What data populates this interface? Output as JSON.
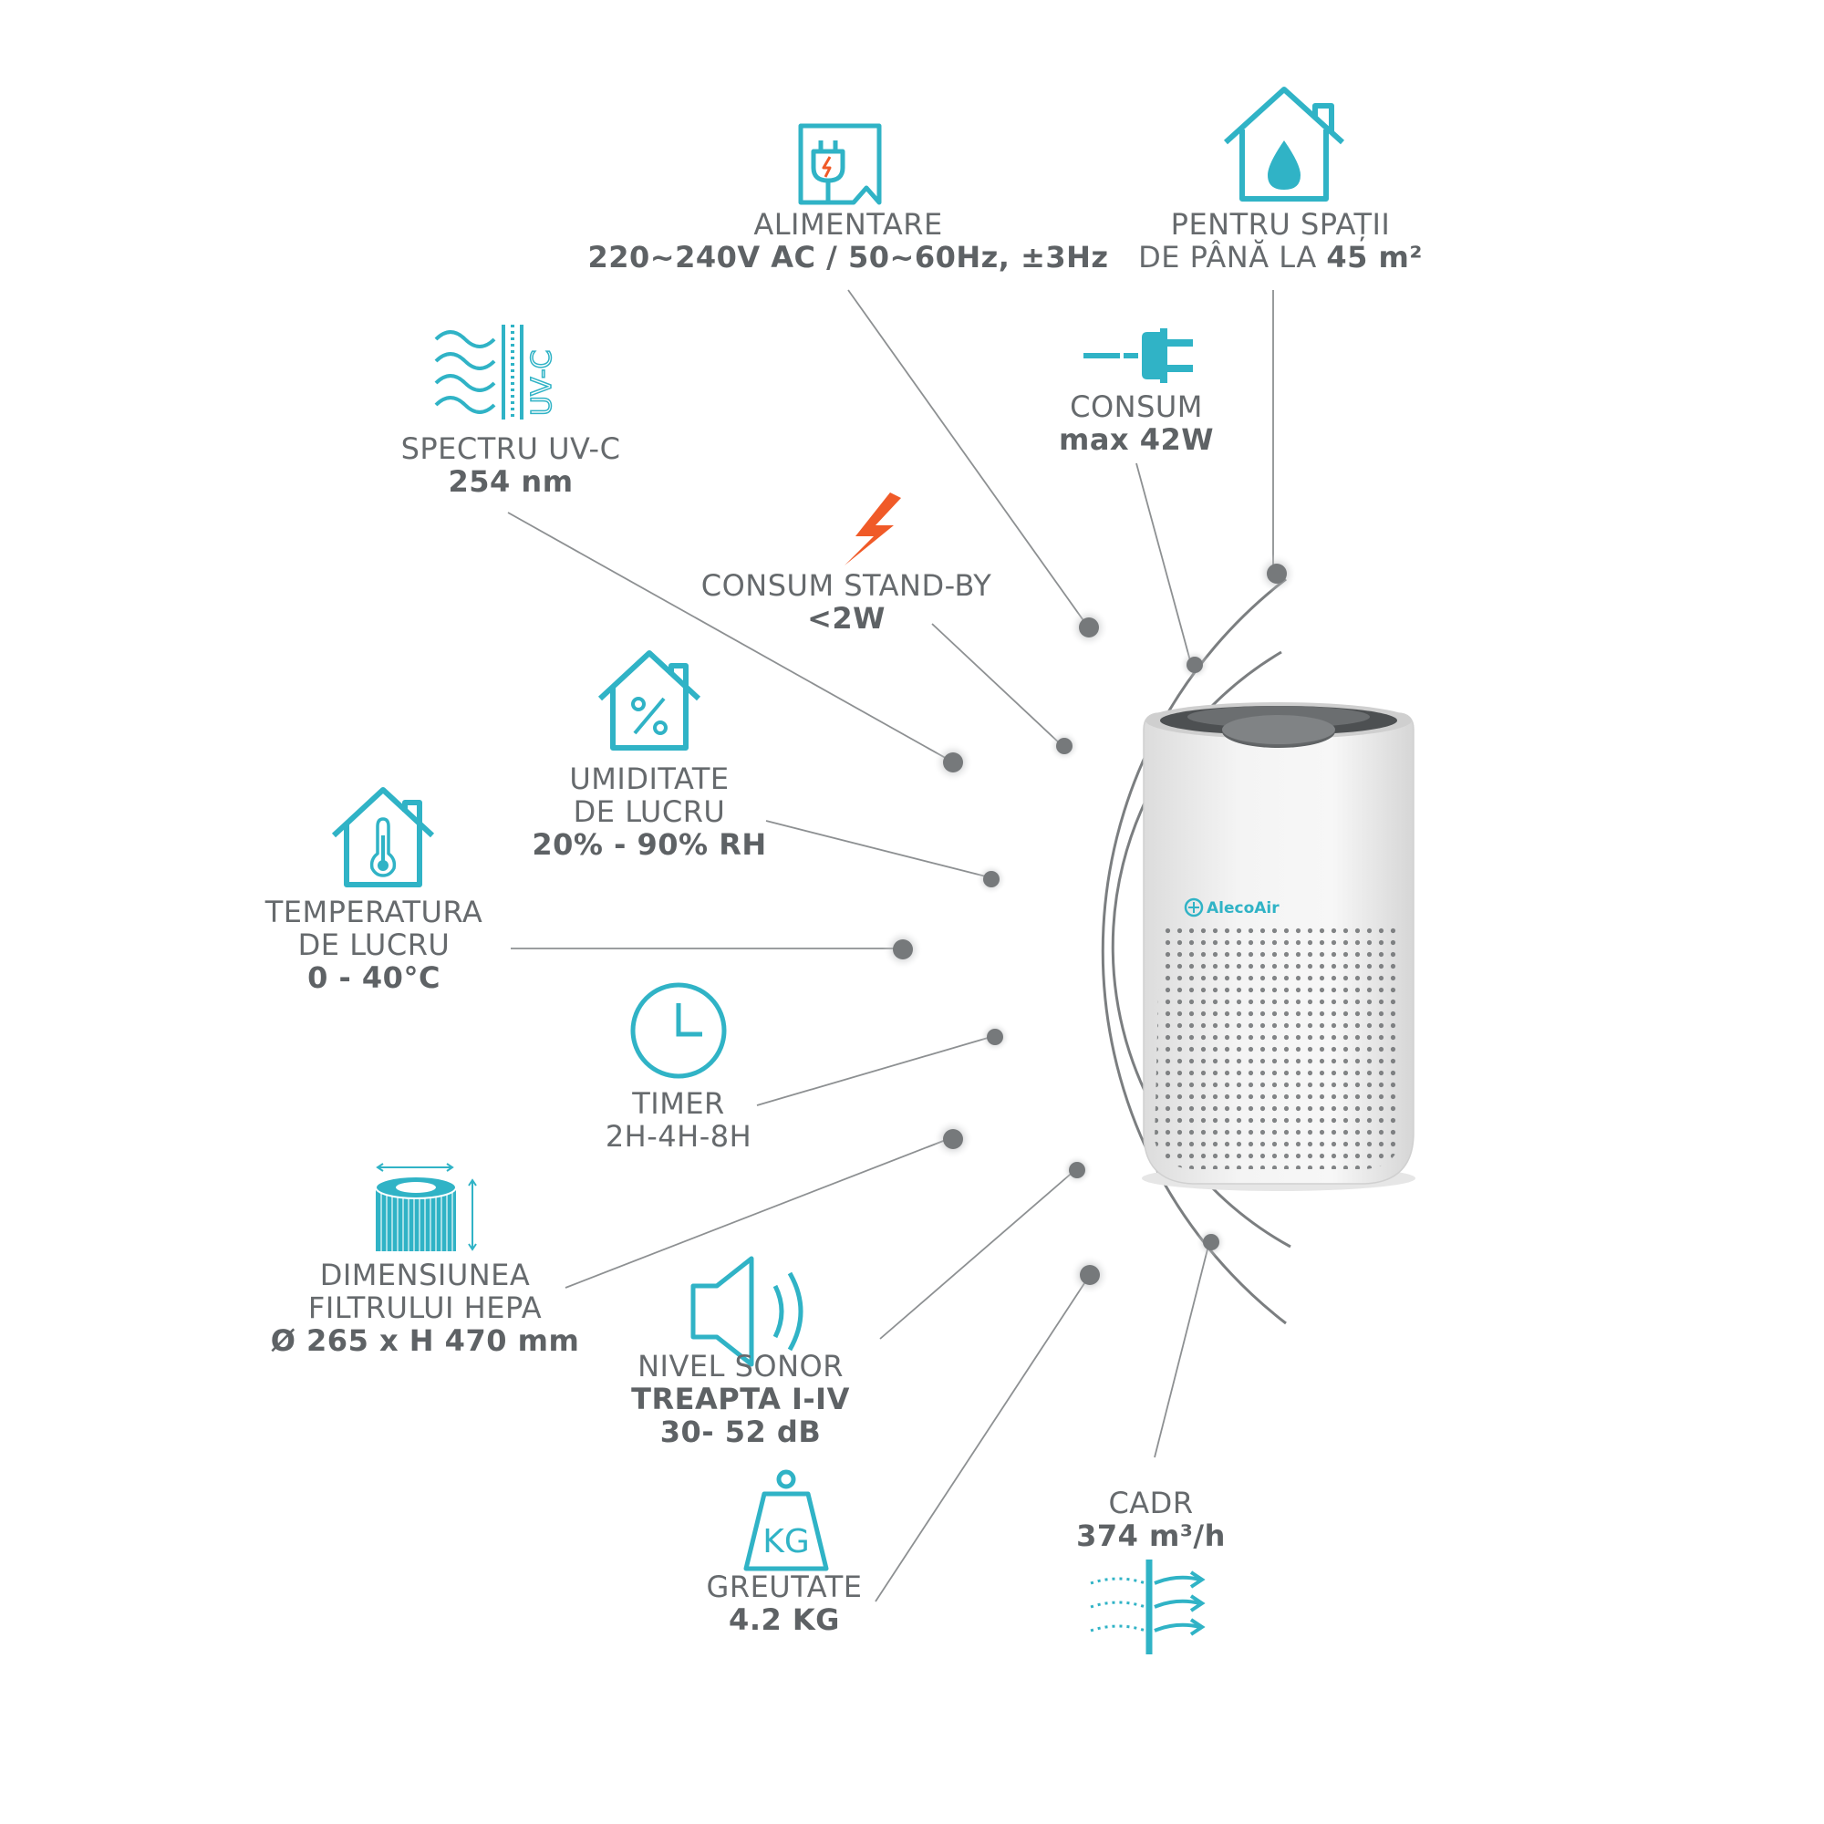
{
  "accent_color": "#30b3c6",
  "line_color": "#7b7e80",
  "bolt_color": "#f05a28",
  "brand_name": "AlecoAir",
  "features": {
    "power_supply": {
      "name": "ALIMENTARE",
      "value": "220~240V AC / 50~60Hz, ±3Hz",
      "icon": "power-plug-panel-icon"
    },
    "room_size": {
      "name": "PENTRU SPAȚII",
      "value_prefix": "DE PÂNĂ LA ",
      "value": "45 m²",
      "icon": "house-water-drop-icon"
    },
    "uv_spectrum": {
      "name": "SPECTRU UV-C",
      "value": "254 nm",
      "icon": "uv-c-waves-icon",
      "icon_text": "UV-C"
    },
    "consumption": {
      "name": "CONSUM",
      "value": "max 42W",
      "icon": "plug-icon"
    },
    "standby": {
      "name": "CONSUM STAND-BY",
      "value": "<2W",
      "icon": "lightning-bolt-icon"
    },
    "humidity": {
      "name": "UMIDITATE",
      "name2": "DE LUCRU",
      "value": "20% - 90% RH",
      "icon": "house-percent-icon"
    },
    "temperature": {
      "name": "TEMPERATURA",
      "name2": "DE LUCRU",
      "value": "0 - 40°C",
      "icon": "house-thermometer-icon"
    },
    "timer": {
      "name": "TIMER",
      "value": "2H-4H-8H",
      "icon": "clock-icon"
    },
    "filter": {
      "name": "DIMENSIUNEA",
      "name2": "FILTRULUI HEPA",
      "value": "Ø 265 x H 470 mm",
      "icon": "hepa-filter-icon"
    },
    "noise": {
      "name": "NIVEL SONOR",
      "value": "TREAPTA I-IV",
      "value2": "30- 52 dB",
      "icon": "speaker-icon"
    },
    "weight": {
      "name": "GREUTATE",
      "value": "4.2 KG",
      "icon": "weight-kg-icon",
      "icon_text": "KG"
    },
    "cadr": {
      "name": "CADR",
      "value": "374 m³/h",
      "icon": "airflow-icon"
    }
  }
}
